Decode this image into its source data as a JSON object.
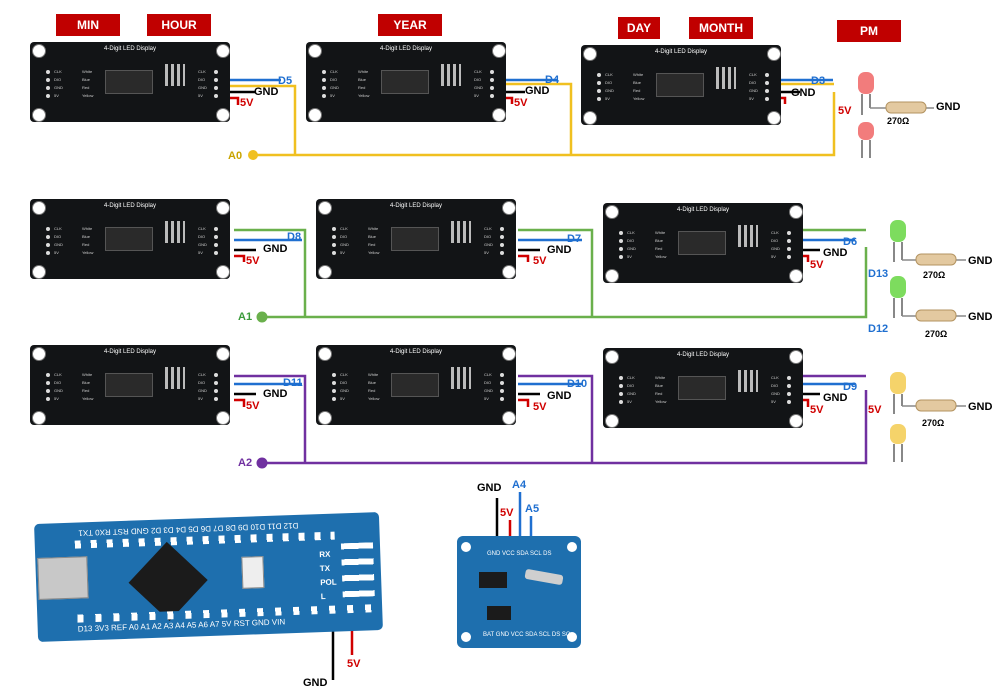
{
  "headers": {
    "min": "MIN",
    "hour": "HOUR",
    "year": "YEAR",
    "day": "DAY",
    "month": "MONTH",
    "pm": "PM"
  },
  "module": {
    "title": "4-Digit LED Display",
    "pin_left": [
      "CLK",
      "DIO",
      "GND",
      "5V"
    ],
    "pin_right": [
      "CLK",
      "DIO",
      "GND",
      "5V"
    ],
    "legend": [
      "White",
      "Blue",
      "Red",
      "Yellow"
    ]
  },
  "wiring": {
    "gnd": "GND",
    "vcc": "5V",
    "resistor": "270Ω",
    "row1": {
      "d_left": "D5",
      "d_mid": "D4",
      "d_right": "D3",
      "analog": "A0"
    },
    "row2": {
      "d_left": "D8",
      "d_mid": "D7",
      "d_right": "D6",
      "analog": "A1",
      "led_top": "D13",
      "led_bottom": "D12"
    },
    "row3": {
      "d_left": "D11",
      "d_mid": "D10",
      "d_right": "D9",
      "analog": "A2"
    }
  },
  "rtc": {
    "gnd": "GND",
    "vcc": "5V",
    "a4": "A4",
    "a5": "A5",
    "pins_top": "GND VCC SDA SCL DS",
    "pins_bottom": "BAT GND VCC SDA SCL DS SQ"
  },
  "arduino": {
    "top_pins": "D12 D11 D10 D9 D8 D7 D6 D5 D4 D3 D2 GND RST RX0 TX1",
    "bottom_pins": "D13 3V3 REF A0 A1 A2 A3 A4 A5 A6 A7 5V RST GND VIN",
    "led_labels": [
      "RX",
      "TX",
      "POL",
      "L"
    ],
    "gnd": "GND",
    "vcc": "5V"
  },
  "colors": {
    "header": "#c00000",
    "wire_yellow": "#f0c020",
    "wire_green": "#6ab04c",
    "wire_purple": "#7030a0",
    "wire_blue": "#1f6fd0",
    "wire_red": "#d00000",
    "board_blue": "#1e6fae",
    "led_red": "#f27c7c",
    "led_green": "#7ddc5e",
    "led_yellow": "#f5d36a"
  }
}
